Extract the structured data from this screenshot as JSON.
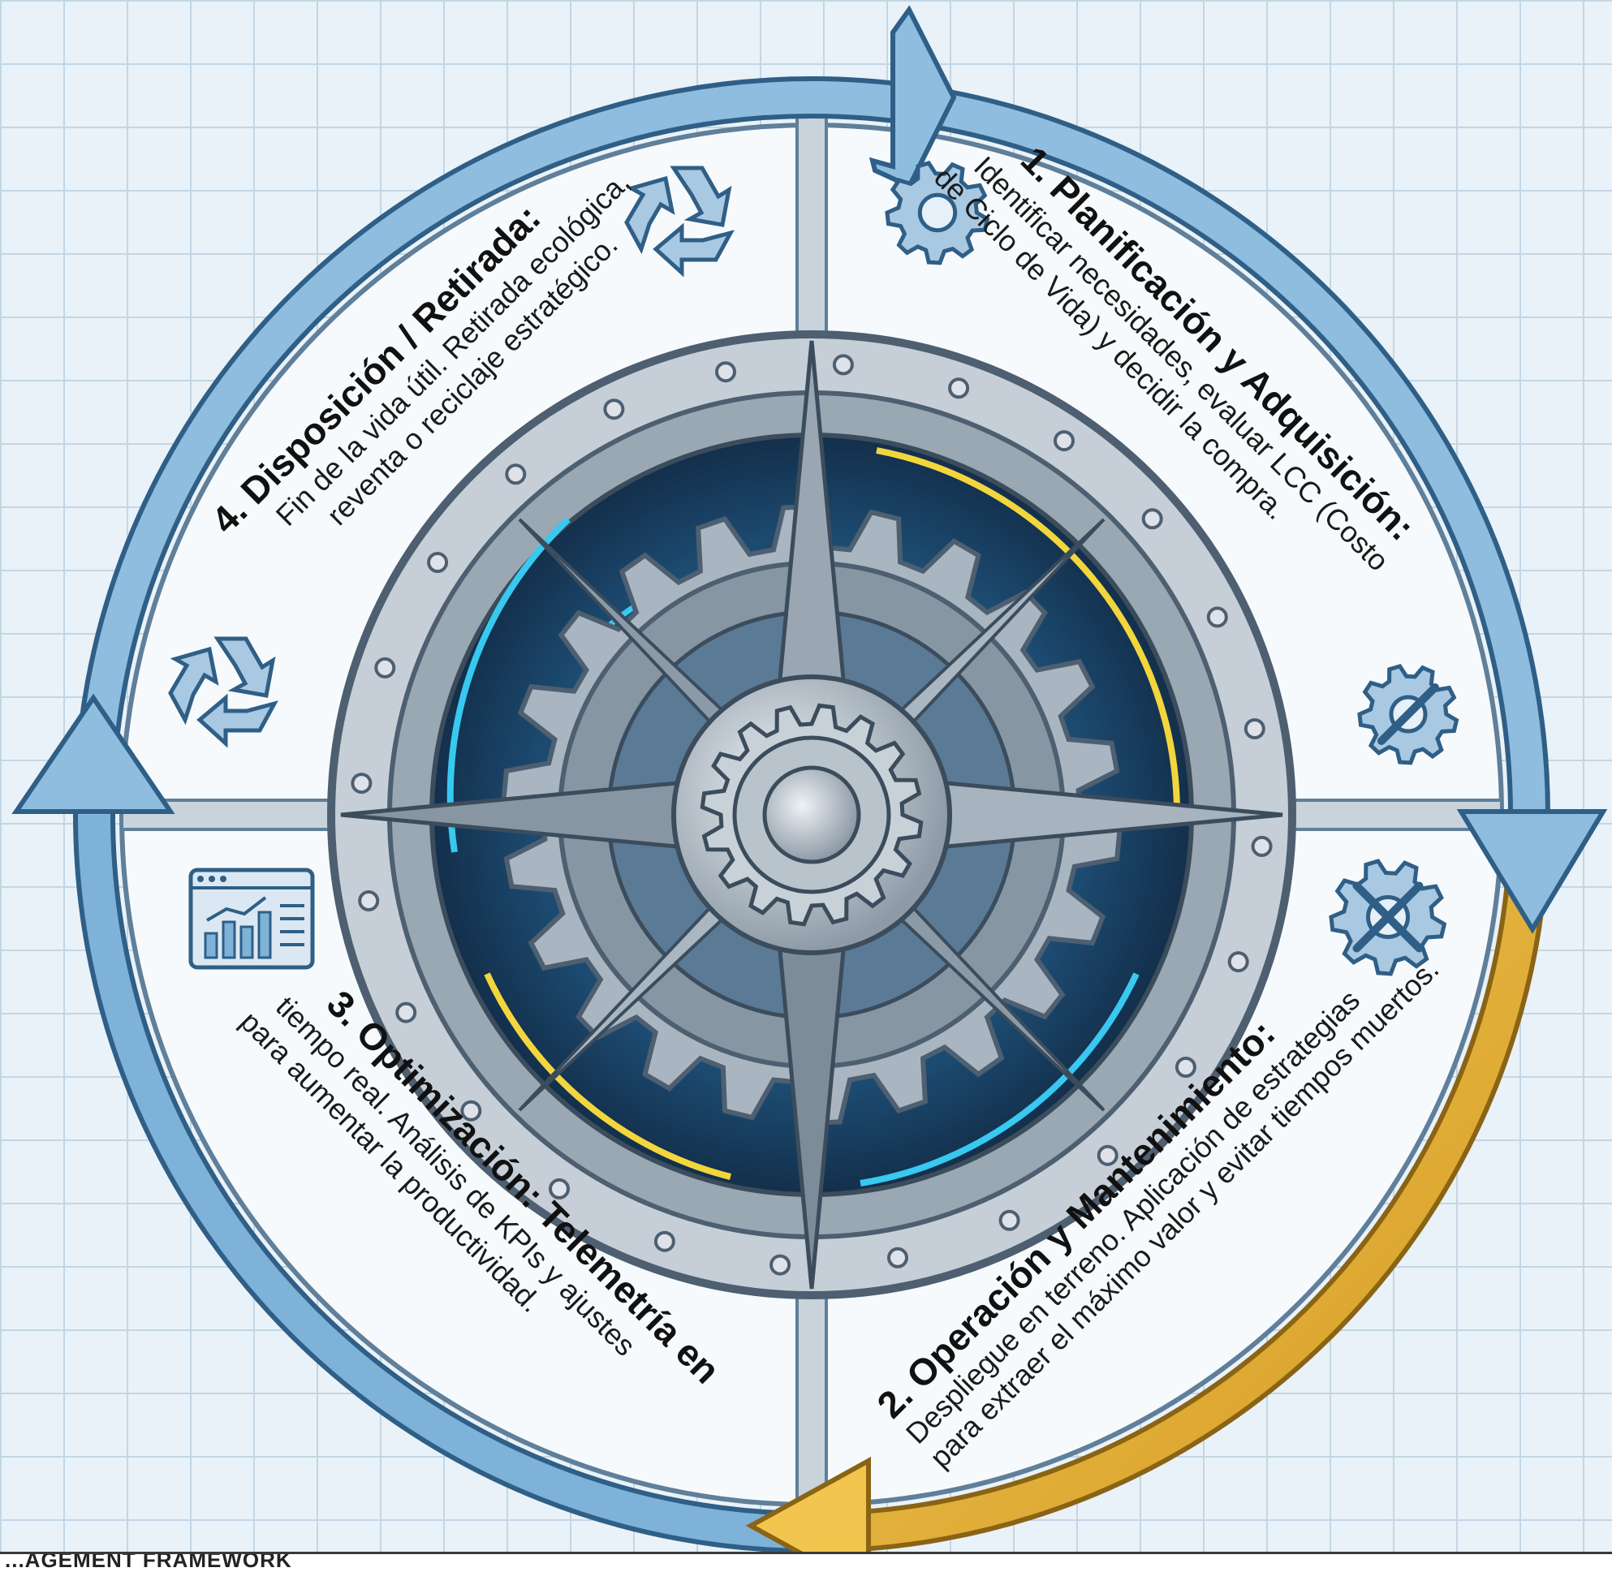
{
  "quadrants": [
    {
      "title": "1. Planificación y Adquisición:",
      "lines": [
        "Identificar necesidades, evaluar LCC (Costo",
        "de Ciclo de Vida) y decidir la compra."
      ]
    },
    {
      "title": "2. Operación y Mantenimiento:",
      "lines": [
        "Despliegue en terreno. Aplicación de estrategias",
        "para extraer el máximo valor y evitar tiempos muertos."
      ]
    },
    {
      "title": "3. Optimización: Telemetría en",
      "lines": [
        "tiempo real. Análisis de KPIs y ajustes",
        "para aumentar la productividad."
      ]
    },
    {
      "title": "4. Disposición / Retirada:",
      "lines": [
        "Fin de la vida útil. Retirada ecológica,",
        "reventa o reciclaje estratégico."
      ]
    }
  ],
  "footer_label": "...AGEMENT FRAMEWORK",
  "colors": {
    "ring_blue": "#7fb2d8",
    "ring_blue_dark": "#2f5f86",
    "ring_gold": "#e6b640",
    "neon_blue": "#38c8f0",
    "neon_yellow": "#f3d63d",
    "steel": "#b4bfc9",
    "steel_dark": "#5b6b79",
    "panel": "#f7fafc"
  }
}
